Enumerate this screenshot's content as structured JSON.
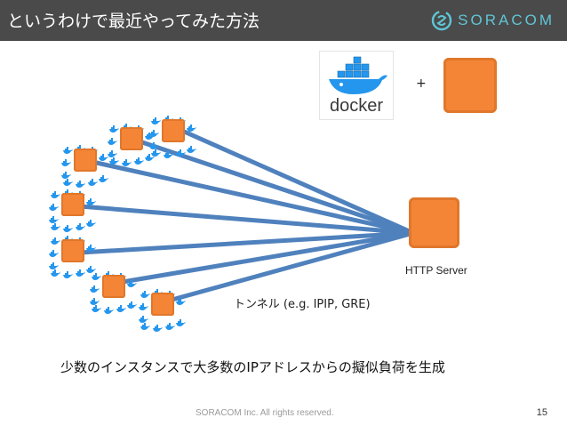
{
  "header": {
    "title": "というわけで最近やってみた方法",
    "logo_text": "SORACOM",
    "logo_icon": "soracom-logo-icon",
    "bg_color": "#4a4a4a",
    "logo_color": "#5fc6d6"
  },
  "diagram": {
    "docker_label": "docker",
    "docker_icon": "docker-whale-icon",
    "plus": "+",
    "server_label": "HTTP Server",
    "tunnel_label": "トンネル (e.g. IPIP, GRE)",
    "instance_color": "#f58536",
    "tunnel_color": "#4f81bd"
  },
  "summary": "少数のインスタンスで大多数のIPアドレスからの擬似負荷を生成",
  "footer": {
    "copyright": "SORACOM Inc. All rights reserved.",
    "page_number": "15"
  }
}
